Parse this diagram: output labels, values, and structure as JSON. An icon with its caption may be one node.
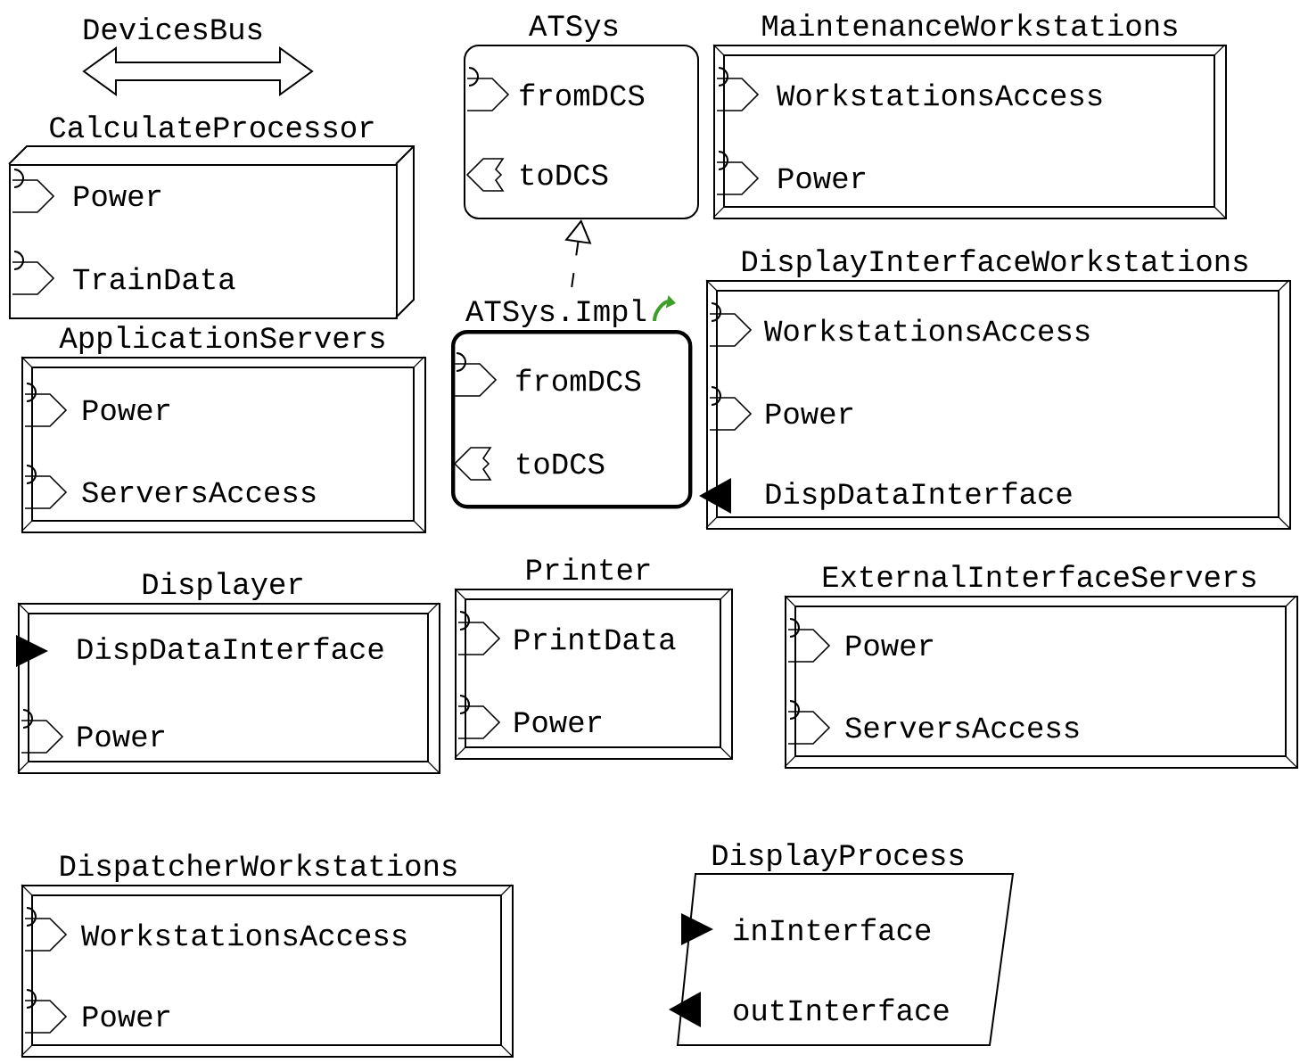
{
  "diagram": {
    "nodes": [
      {
        "text": [
          "DevicesBus"
        ]
      },
      {
        "text": [
          "ATSys",
          "fromDCS",
          "toDCS"
        ]
      },
      {
        "text": [
          "MaintenanceWorkstations",
          "WorkstationsAccess",
          "Power"
        ]
      },
      {
        "text": [
          "CalculateProcessor",
          "Power",
          "TrainData"
        ]
      },
      {
        "text": [
          "DisplayInterfaceWorkstations",
          "WorkstationsAccess",
          "Power",
          "DispDataInterface"
        ]
      },
      {
        "text": [
          "ApplicationServers",
          "Power",
          "ServersAccess"
        ]
      },
      {
        "text": [
          "ATSys.Impl",
          "fromDCS",
          "toDCS"
        ]
      },
      {
        "text": [
          "Displayer",
          "DispDataInterface",
          "Power"
        ]
      },
      {
        "text": [
          "Printer",
          "PrintData",
          "Power"
        ]
      },
      {
        "text": [
          "ExternalInterfaceServers",
          "Power",
          "ServersAccess"
        ]
      },
      {
        "text": [
          "DispatcherWorkstations",
          "WorkstationsAccess",
          "Power"
        ]
      },
      {
        "text": [
          "DisplayProcess",
          "inInterface",
          "outInterface"
        ]
      }
    ],
    "edges": [
      {
        "from": 6,
        "to": 1,
        "arrow": "to",
        "style": "dashed"
      }
    ]
  }
}
